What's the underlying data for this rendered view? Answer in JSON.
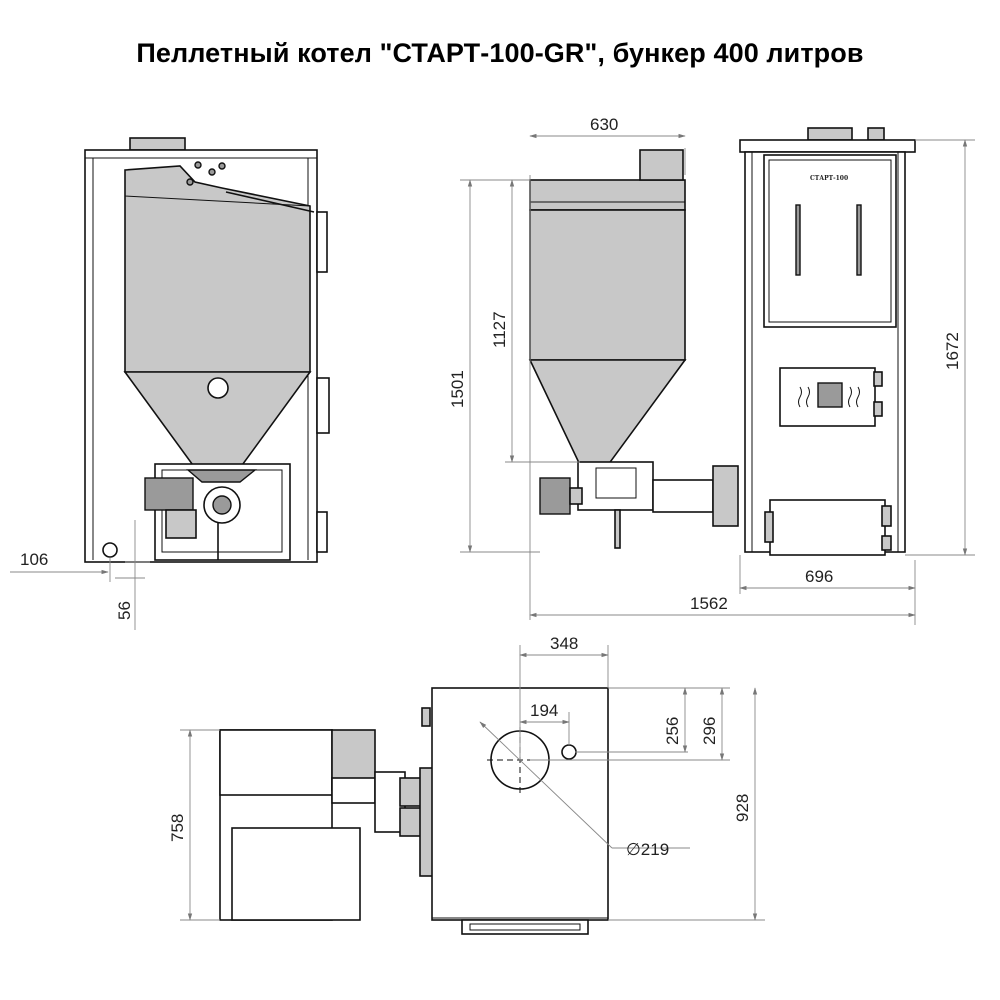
{
  "title": "Пеллетный котел \"СТАРТ-100-GR\", бункер 400 литров",
  "front_view": {
    "dimensions": {
      "d106": "106",
      "d56": "56"
    }
  },
  "side_view": {
    "dimensions": {
      "d630": "630",
      "d1127": "1127",
      "d1501": "1501",
      "d1672": "1672",
      "d696": "696",
      "d1562": "1562"
    },
    "logo_text": "СТАРТ-100"
  },
  "top_view": {
    "dimensions": {
      "d348": "348",
      "d194": "194",
      "d256": "256",
      "d296": "296",
      "d758": "758",
      "d928": "928",
      "d219": "∅219"
    }
  }
}
